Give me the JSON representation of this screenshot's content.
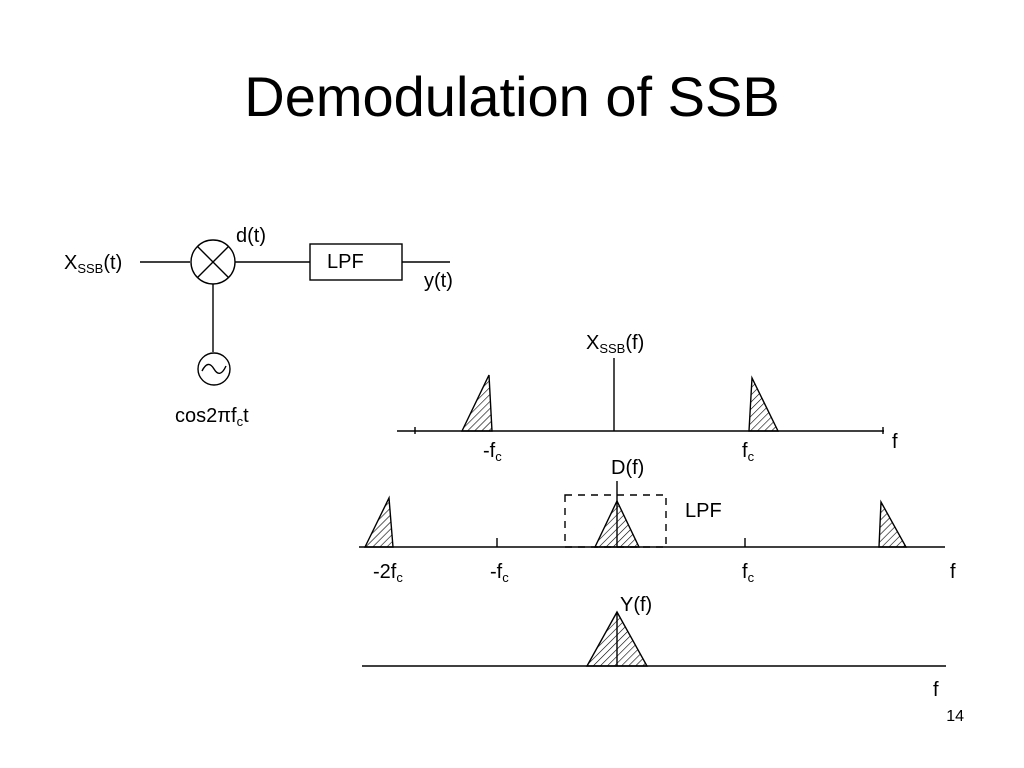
{
  "title": "Demodulation of SSB",
  "page_number": "14",
  "block": {
    "input_main": "X",
    "input_sub": "SSB",
    "input_tail": "(t)",
    "mixer_out": "d(t)",
    "filter": "LPF",
    "output": "y(t)",
    "osc_main": "cos2πf",
    "osc_sub": "c",
    "osc_tail": "t"
  },
  "plot1": {
    "ylabel_main": "X",
    "ylabel_sub": "SSB",
    "ylabel_tail": "(f)",
    "neg_main": "-f",
    "neg_sub": "c",
    "pos_main": "f",
    "pos_sub": "c",
    "axis": "f"
  },
  "plot2": {
    "ylabel": "D(f)",
    "filter": "LPF",
    "neg2_main": "-2f",
    "neg2_sub": "c",
    "neg_main": "-f",
    "neg_sub": "c",
    "pos_main": "f",
    "pos_sub": "c",
    "axis": "f"
  },
  "plot3": {
    "ylabel": "Y(f)",
    "axis": "f"
  }
}
